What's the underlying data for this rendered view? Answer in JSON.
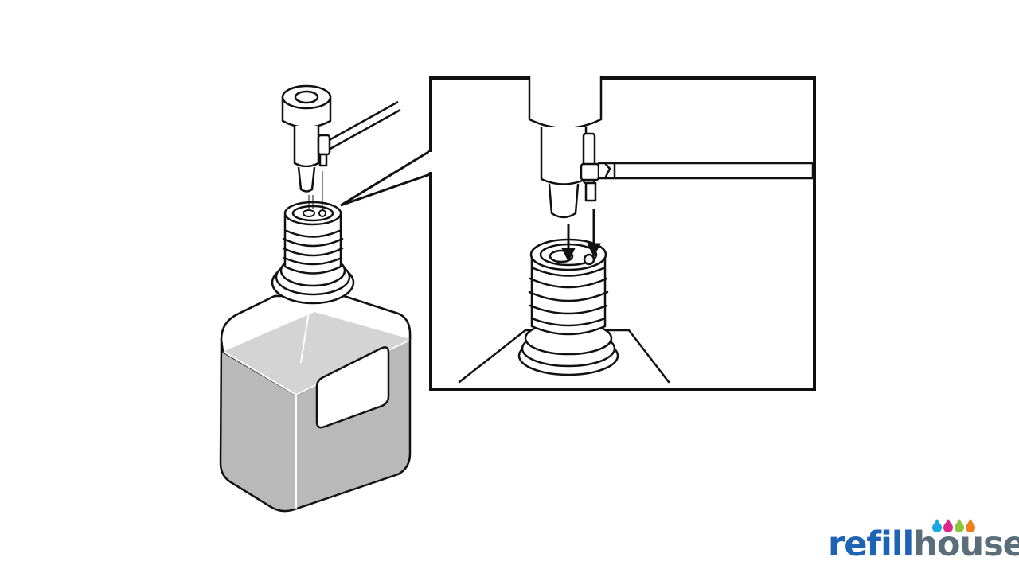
{
  "illustration": {
    "subject": "ink-bottle-refill",
    "palette": {
      "ink": "#b9b9b9",
      "ink_surface": "#d4d4d4",
      "outline": "#111111",
      "background": "#ffffff"
    }
  },
  "logo": {
    "part1": "refill",
    "part2": "house",
    "colors": {
      "part1": "#1e63b4",
      "part2": "#5a6e7a",
      "drops": [
        "#18a8e0",
        "#e0268a",
        "#f1e21a",
        "#8cc43c",
        "#f07f1e"
      ]
    }
  }
}
